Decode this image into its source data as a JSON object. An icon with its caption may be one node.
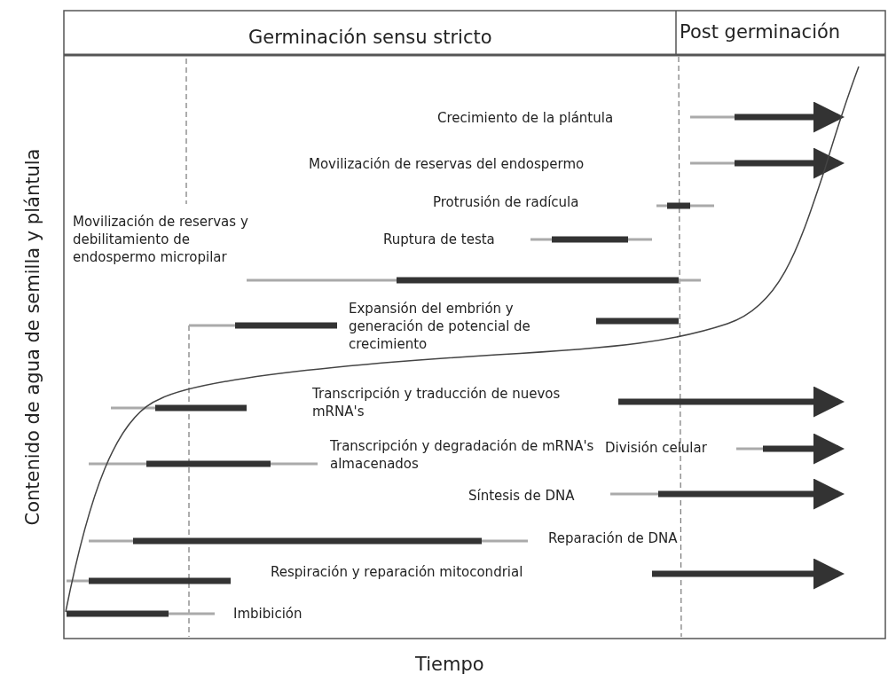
{
  "diagram": {
    "labels": [
      "Germinación sensu stricto",
      "Post germinación",
      "Contenido de agua de semilla y plántula",
      "Crecimiento de la plántula",
      "Movilización de reservas del endospermo",
      "Protrusión de radícula",
      "Movilización de reservas y debilitamiento de endospermo micropilar",
      "Ruptura de testa",
      "Expansión del embrión y generación de potencial de crecimiento",
      "Transcripción y traducción de nuevos mRNA's",
      "Transcripción y degradación de mRNA's almacenados",
      "División celular",
      "Síntesis de DNA",
      "Reparación de DNA",
      "Respiración y reparación mitocondrial",
      "Imbibición",
      "Tiempo"
    ]
  }
}
